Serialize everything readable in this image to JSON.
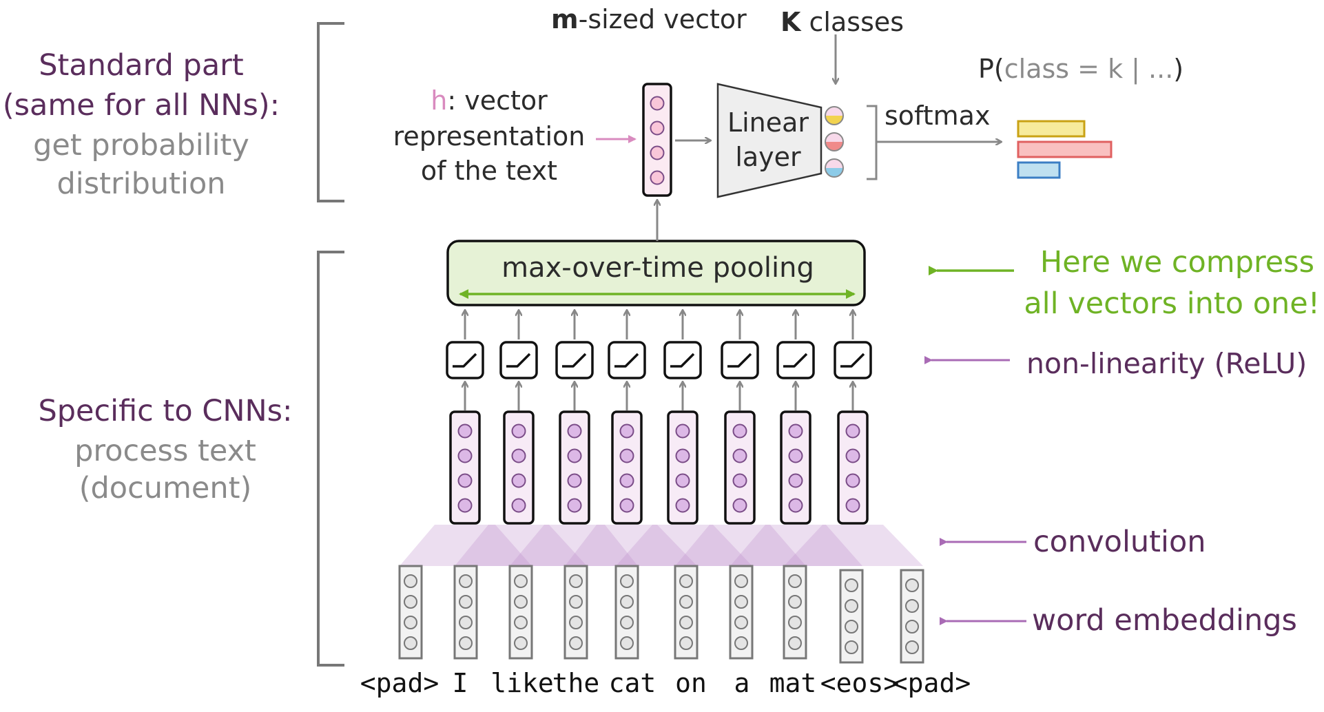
{
  "left_labels": {
    "standard_title_line1": "Standard part",
    "standard_title_line2": "(same for all NNs):",
    "standard_sub_line1": "get probability",
    "standard_sub_line2": "distribution",
    "cnn_title": "Specific to CNNs:",
    "cnn_sub_line1": "process text",
    "cnn_sub_line2": "(document)"
  },
  "top": {
    "m_vector_m": "m",
    "m_vector_rest": "-sized vector",
    "k_classes_k": "K",
    "k_classes_rest": " classes",
    "h_letter": "h",
    "h_line1_rest": ": vector",
    "h_line2": "representation",
    "h_line3": "of the text",
    "linear_line1": "Linear",
    "linear_line2": "layer",
    "softmax": "softmax",
    "prob_p": "P(",
    "prob_mid": "class = k | ...",
    "prob_close": ")"
  },
  "pooling_label": "max-over-time pooling",
  "right_labels": {
    "compress_line1": "Here we compress",
    "compress_line2": "all vectors into one!",
    "nonlinearity": "non-linearity (ReLU)",
    "convolution": "convolution",
    "embeddings": "word embeddings"
  },
  "tokens": [
    "<pad>",
    "I",
    "like",
    "the",
    "cat",
    "on",
    "a",
    "mat",
    "<eos>",
    "<pad>"
  ],
  "class_colors": [
    "#f2d34f",
    "#f08a8a",
    "#8ccbe8"
  ],
  "prob_bars": [
    {
      "color": "#f7eb9c",
      "stroke": "#c9a214",
      "value": 0.32
    },
    {
      "color": "#f9c0c0",
      "stroke": "#e06060",
      "value": 0.45
    },
    {
      "color": "#bfe0f0",
      "stroke": "#3b7ec4",
      "value": 0.2
    }
  ],
  "colors": {
    "purple_text": "#5a2d5c",
    "gray_text": "#8a8a8a",
    "green": "#6fb325",
    "arrow_purple": "#a96bb5",
    "arrow_pink": "#d98bbf",
    "node_fill": "#dcb8e6",
    "node_stroke": "#7a4c87"
  }
}
